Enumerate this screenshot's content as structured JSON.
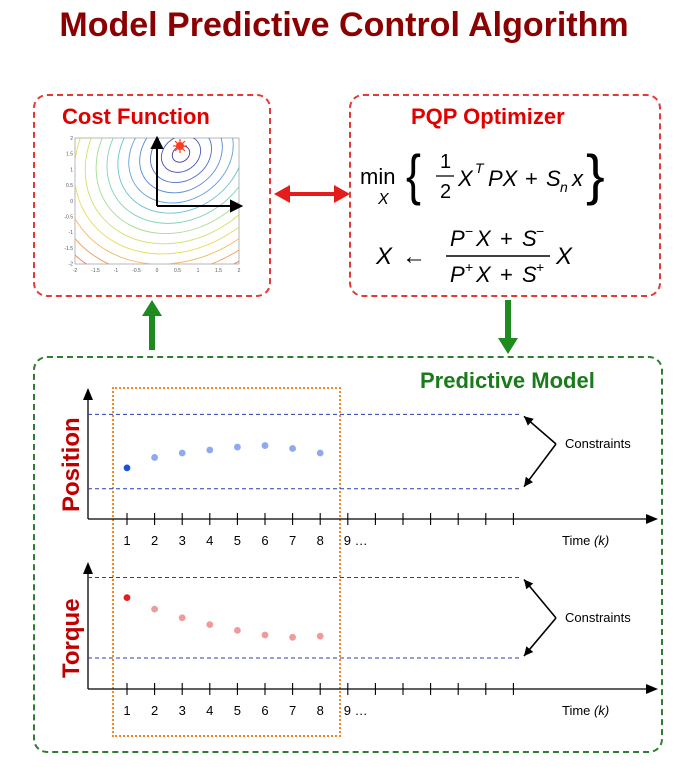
{
  "title": "Model Predictive Control Algorithm",
  "cost_function": {
    "title": "Cost Function",
    "x_ticks": [
      "-2",
      "-1.5",
      "-1",
      "-0.5",
      "0",
      "0.5",
      "1",
      "1.5",
      "2"
    ],
    "y_ticks": [
      "2",
      "1.5",
      "1",
      "0.5",
      "0",
      "-0.5",
      "-1",
      "-1.5",
      "-2"
    ]
  },
  "optimizer": {
    "title": "PQP Optimizer"
  },
  "predictive_model": {
    "title": "Predictive Model",
    "constraints_label": "Constraints",
    "time_label": "Time",
    "time_unit": "(k)",
    "step_labels": [
      "1",
      "2",
      "3",
      "4",
      "5",
      "6",
      "7",
      "8",
      "9 …"
    ]
  },
  "chart_data": [
    {
      "type": "scatter",
      "ylabel": "Position",
      "xlabel": "Time (k)",
      "x": [
        1,
        2,
        3,
        4,
        5,
        6,
        7,
        8
      ],
      "values": [
        0.58,
        0.72,
        0.78,
        0.82,
        0.86,
        0.88,
        0.84,
        0.78
      ],
      "ylim": [
        0,
        1.6
      ],
      "constraints": [
        1.3,
        0.3
      ],
      "colors": {
        "first": "#1e4fd8",
        "rest": "#8fa9ee"
      }
    },
    {
      "type": "scatter",
      "ylabel": "Torque",
      "xlabel": "Time (k)",
      "x": [
        1,
        2,
        3,
        4,
        5,
        6,
        7,
        8
      ],
      "values": [
        1.05,
        0.85,
        0.7,
        0.58,
        0.48,
        0.4,
        0.36,
        0.38
      ],
      "ylim": [
        -0.4,
        1.6
      ],
      "constraints": [
        1.4,
        0.0
      ],
      "colors": {
        "first": "#e02020",
        "rest": "#f09a9a"
      }
    }
  ]
}
